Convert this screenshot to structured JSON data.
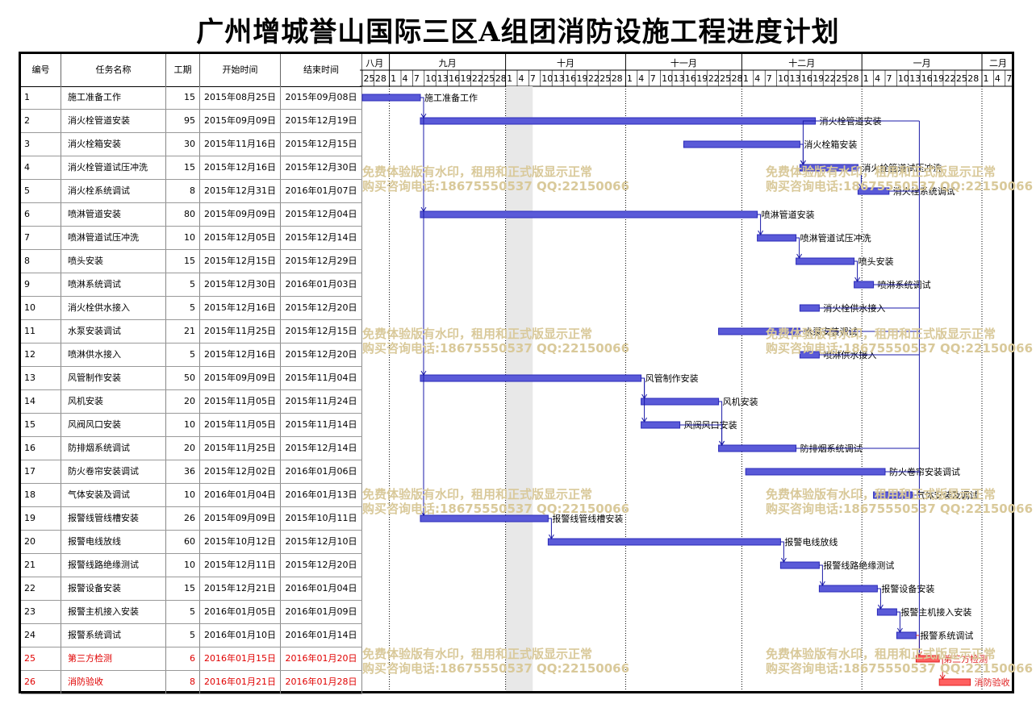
{
  "title": "广州增城誉山国际三区A组团消防设施工程进度计划",
  "columns": {
    "no": "编号",
    "name": "任务名称",
    "duration": "工期",
    "start": "开始时间",
    "end": "结束时间"
  },
  "months": [
    "八月",
    "九月",
    "十月",
    "十一月",
    "十二月",
    "一月",
    "二月"
  ],
  "days": [
    "25",
    "28",
    "1",
    "4",
    "7",
    "10",
    "13",
    "16",
    "19",
    "22",
    "25",
    "28",
    "1",
    "4",
    "7",
    "10",
    "13",
    "16",
    "19",
    "22",
    "25",
    "28",
    "1",
    "4",
    "7",
    "10",
    "13",
    "16",
    "19",
    "22",
    "25",
    "28",
    "1",
    "4",
    "7",
    "10",
    "13",
    "16",
    "19",
    "22",
    "25",
    "28",
    "1",
    "4",
    "7",
    "10",
    "13",
    "16",
    "19",
    "22",
    "25",
    "28",
    "1",
    "4",
    "7"
  ],
  "watermark": {
    "line1": "免费体验版有水印，租用和正式版显示正常",
    "line2": "购买咨询电话:18675550537 QQ:22150066"
  },
  "tasks": [
    {
      "no": "1",
      "name": "施工准备工作",
      "duration": "15",
      "start": "2015年08月25日",
      "end": "2015年09月08日",
      "s": 0,
      "d": 15,
      "red": false
    },
    {
      "no": "2",
      "name": "消火栓管道安装",
      "duration": "95",
      "start": "2015年09月09日",
      "end": "2015年12月19日",
      "s": 15,
      "d": 102,
      "red": false
    },
    {
      "no": "3",
      "name": "消火栓箱安装",
      "duration": "30",
      "start": "2015年11月16日",
      "end": "2015年12月15日",
      "s": 83,
      "d": 30,
      "red": false
    },
    {
      "no": "4",
      "name": "消火栓管道试压冲洗",
      "duration": "15",
      "start": "2015年12月16日",
      "end": "2015年12月30日",
      "s": 113,
      "d": 15,
      "red": false
    },
    {
      "no": "5",
      "name": "消火栓系统调试",
      "duration": "8",
      "start": "2015年12月31日",
      "end": "2016年01月07日",
      "s": 128,
      "d": 8,
      "red": false
    },
    {
      "no": "6",
      "name": "喷淋管道安装",
      "duration": "80",
      "start": "2015年09月09日",
      "end": "2015年12月04日",
      "s": 15,
      "d": 87,
      "red": false
    },
    {
      "no": "7",
      "name": "喷淋管道试压冲洗",
      "duration": "10",
      "start": "2015年12月05日",
      "end": "2015年12月14日",
      "s": 102,
      "d": 10,
      "red": false
    },
    {
      "no": "8",
      "name": "喷头安装",
      "duration": "15",
      "start": "2015年12月15日",
      "end": "2015年12月29日",
      "s": 112,
      "d": 15,
      "red": false
    },
    {
      "no": "9",
      "name": "喷淋系统调试",
      "duration": "5",
      "start": "2015年12月30日",
      "end": "2016年01月03日",
      "s": 127,
      "d": 5,
      "red": false
    },
    {
      "no": "10",
      "name": "消火栓供水接入",
      "duration": "5",
      "start": "2015年12月16日",
      "end": "2015年12月20日",
      "s": 113,
      "d": 5,
      "red": false
    },
    {
      "no": "11",
      "name": "水泵安装调试",
      "duration": "21",
      "start": "2015年11月25日",
      "end": "2015年12月15日",
      "s": 92,
      "d": 21,
      "red": false
    },
    {
      "no": "12",
      "name": "喷淋供水接入",
      "duration": "5",
      "start": "2015年12月16日",
      "end": "2015年12月20日",
      "s": 113,
      "d": 5,
      "red": false
    },
    {
      "no": "13",
      "name": "风管制作安装",
      "duration": "50",
      "start": "2015年09月09日",
      "end": "2015年11月04日",
      "s": 15,
      "d": 57,
      "red": false
    },
    {
      "no": "14",
      "name": "风机安装",
      "duration": "20",
      "start": "2015年11月05日",
      "end": "2015年11月24日",
      "s": 72,
      "d": 20,
      "red": false
    },
    {
      "no": "15",
      "name": "风阀风口安装",
      "duration": "10",
      "start": "2015年11月05日",
      "end": "2015年11月14日",
      "s": 72,
      "d": 10,
      "red": false
    },
    {
      "no": "16",
      "name": "防排烟系统调试",
      "duration": "20",
      "start": "2015年11月25日",
      "end": "2015年12月14日",
      "s": 92,
      "d": 20,
      "red": false
    },
    {
      "no": "17",
      "name": "防火卷帘安装调试",
      "duration": "36",
      "start": "2015年12月02日",
      "end": "2016年01月06日",
      "s": 99,
      "d": 36,
      "red": false
    },
    {
      "no": "18",
      "name": "气体安装及调试",
      "duration": "10",
      "start": "2016年01月04日",
      "end": "2016年01月13日",
      "s": 132,
      "d": 10,
      "red": false
    },
    {
      "no": "19",
      "name": "报警线管线槽安装",
      "duration": "26",
      "start": "2015年09月09日",
      "end": "2015年10月11日",
      "s": 15,
      "d": 33,
      "red": false
    },
    {
      "no": "20",
      "name": "报警电线放线",
      "duration": "60",
      "start": "2015年10月12日",
      "end": "2015年12月10日",
      "s": 48,
      "d": 60,
      "red": false
    },
    {
      "no": "21",
      "name": "报警线路绝缘测试",
      "duration": "10",
      "start": "2015年12月11日",
      "end": "2015年12月20日",
      "s": 108,
      "d": 10,
      "red": false
    },
    {
      "no": "22",
      "name": "报警设备安装",
      "duration": "15",
      "start": "2015年12月21日",
      "end": "2016年01月04日",
      "s": 118,
      "d": 15,
      "red": false
    },
    {
      "no": "23",
      "name": "报警主机接入安装",
      "duration": "5",
      "start": "2016年01月05日",
      "end": "2016年01月09日",
      "s": 133,
      "d": 5,
      "red": false
    },
    {
      "no": "24",
      "name": "报警系统调试",
      "duration": "5",
      "start": "2016年01月10日",
      "end": "2016年01月14日",
      "s": 138,
      "d": 5,
      "red": false
    },
    {
      "no": "25",
      "name": "第三方检测",
      "duration": "6",
      "start": "2016年01月15日",
      "end": "2016年01月20日",
      "s": 143,
      "d": 6,
      "red": true
    },
    {
      "no": "26",
      "name": "消防验收",
      "duration": "8",
      "start": "2016年01月21日",
      "end": "2016年01月28日",
      "s": 149,
      "d": 8,
      "red": true
    }
  ],
  "colors": {
    "bar": "#2a2ab8",
    "bar_fill": "#5a5ad8",
    "critical": "#e02020",
    "link": "#1a1aa8",
    "watermark": "#d9c99a"
  }
}
